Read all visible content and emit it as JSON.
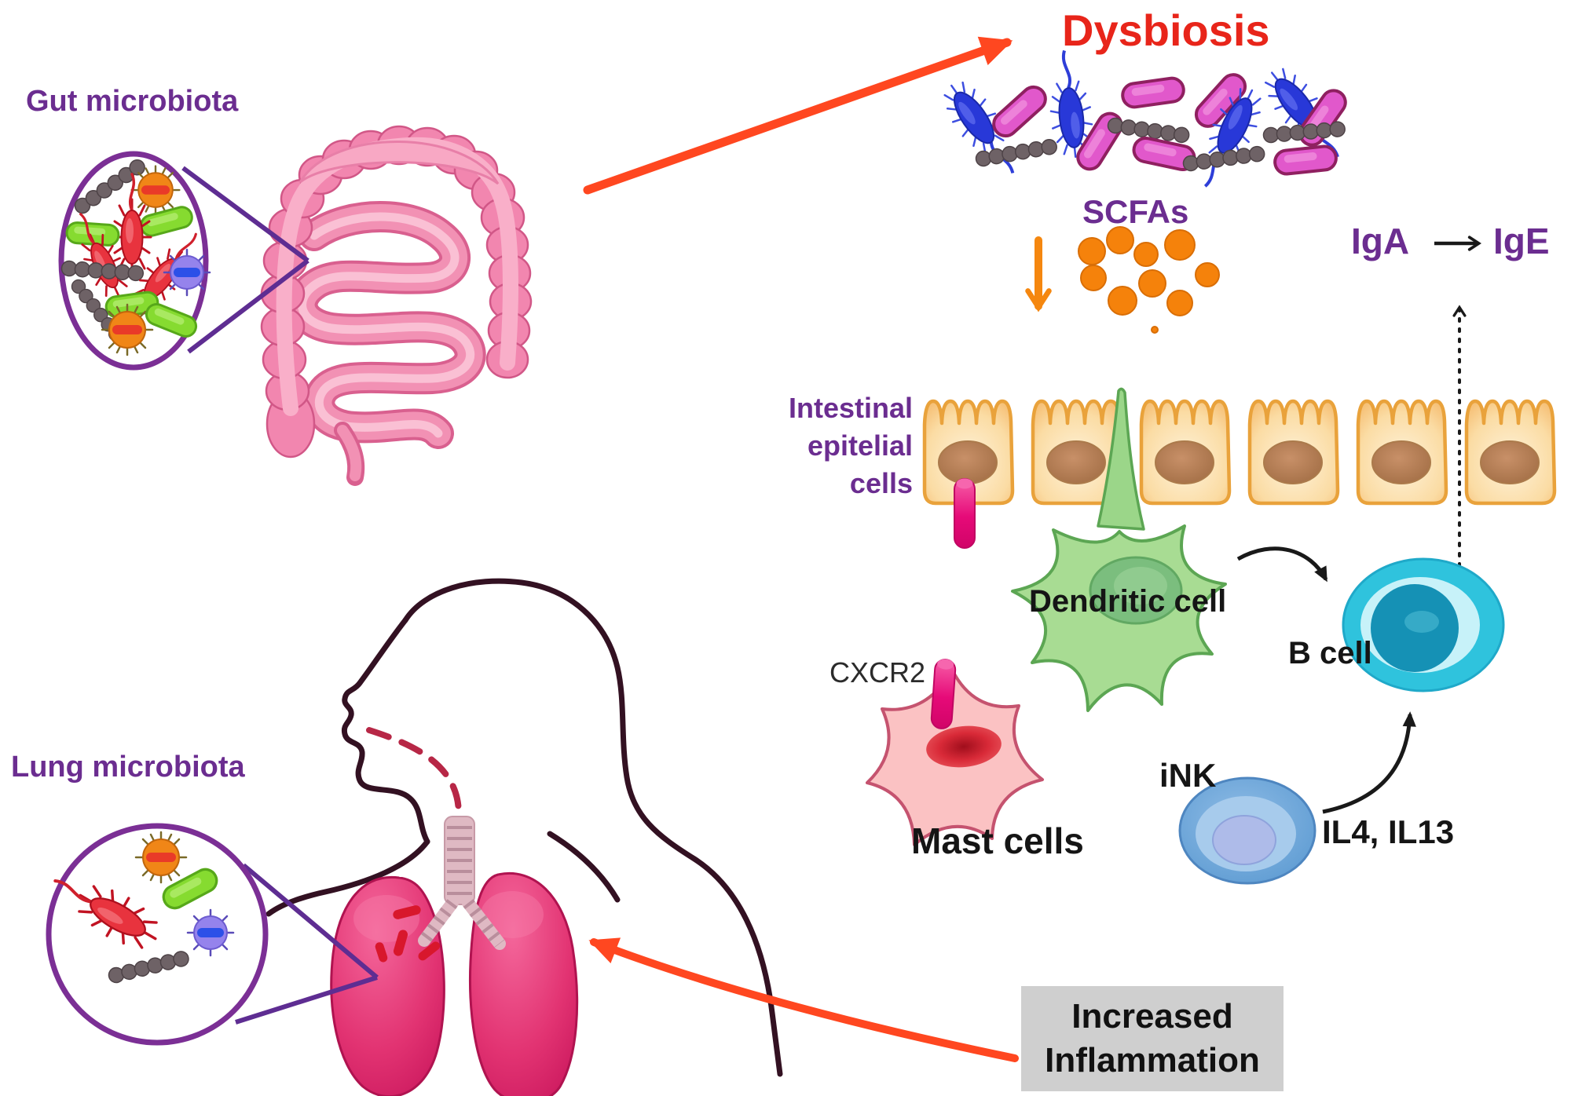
{
  "figure": {
    "type": "scientific-diagram",
    "topic": "Gut-lung axis: dysbiosis, SCFAs and immune cells leading to increased lung inflammation"
  },
  "labels": {
    "gut_microbiota": "Gut microbiota",
    "dysbiosis": "Dysbiosis",
    "scfas": "SCFAs",
    "iga": "IgA",
    "ige": "IgE",
    "intestinal_line1": "Intestinal",
    "intestinal_line2": "epitelial",
    "intestinal_line3": "cells",
    "dendritic_cell": "Dendritic cell",
    "b_cell": "B cell",
    "cxcr2": "CXCR2",
    "mast_cells": "Mast cells",
    "ink": "iNK",
    "il4_il13": "IL4, IL13",
    "lung_microbiota": "Lung microbiota",
    "increased_inflammation_line1": "Increased",
    "increased_inflammation_line2": "Inflammation"
  },
  "colors": {
    "label_purple": "#6B2D90",
    "dysbiosis_red": "#E8251A",
    "big_arrow_orange": "#FF4720",
    "scfa_orange": "#F5870F",
    "epithelial_fill": "#F8C57E",
    "dendritic_green": "#A8DC93",
    "b_cell_cyan": "#2FC3DD",
    "mast_pink": "#FBC2C3",
    "ink_blue": "#6FA6DA",
    "receptor_magenta": "#E60A78",
    "lung_pink": "#D2195F",
    "inflammation_box_gray": "#CFCFCF",
    "silhouette": "#331122"
  },
  "illustrations": [
    "gut-microbiota-magnifier-circle",
    "intestine",
    "dysbiosis-bacteria-row",
    "scfa-dots",
    "intestinal-epithelial-cells",
    "dendritic-cell",
    "b-cell",
    "mast-cell",
    "ink-cell",
    "human-silhouette",
    "lungs",
    "lung-microbiota-magnifier-circle",
    "increased-inflammation-box"
  ]
}
